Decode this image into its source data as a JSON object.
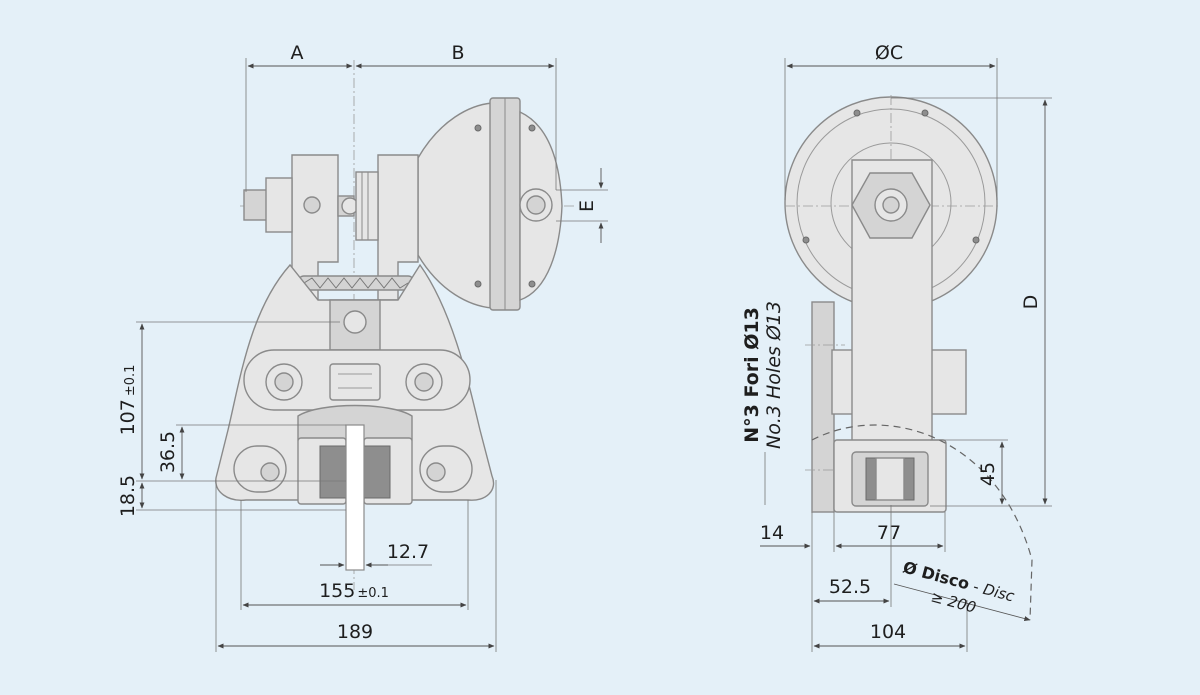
{
  "front_view": {
    "dim_a": "A",
    "dim_b": "B",
    "dim_e": "E",
    "dim_107": "107",
    "dim_107_tol": "±0.1",
    "dim_36_5": "36.5",
    "dim_18_5": "18.5",
    "dim_12_7": "12.7",
    "dim_155": "155",
    "dim_155_tol": "±0.1",
    "dim_189": "189"
  },
  "side_view": {
    "dim_c": "ØC",
    "dim_d": "D",
    "holes_it": "N°3 Fori Ø13",
    "holes_en": "No.3 Holes Ø13",
    "dim_45": "45",
    "dim_14": "14",
    "dim_77": "77",
    "dim_52_5": "52.5",
    "dim_104": "104",
    "disc_it": "Ø Disco",
    "disc_sep": " - ",
    "disc_en": "Disc",
    "disc_min": "≥ 200"
  },
  "colors": {
    "background": "#e4f0f8",
    "part_fill": "#e6e6e6",
    "outline": "#8a8a8a",
    "dimension": "#555555"
  }
}
